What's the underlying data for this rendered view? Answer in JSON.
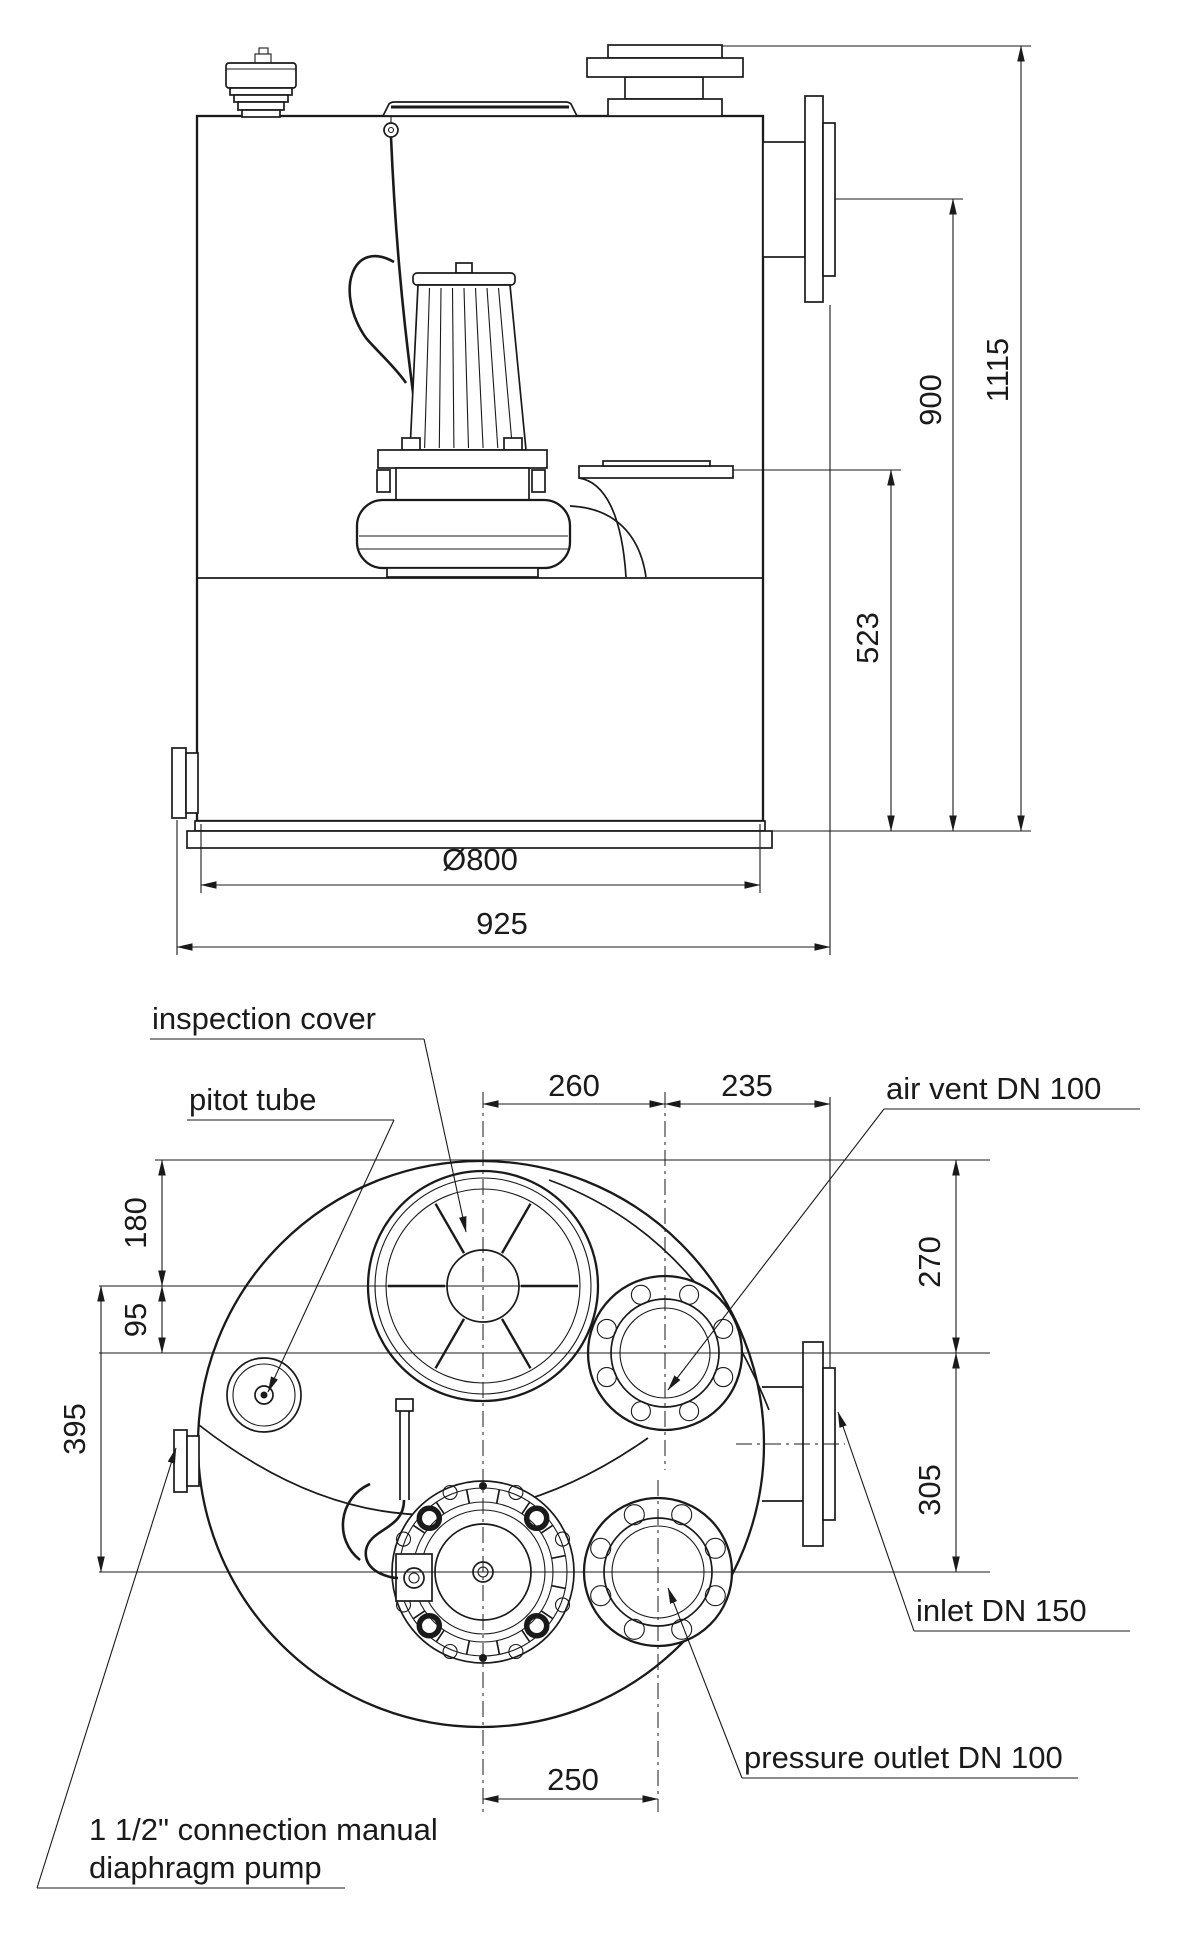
{
  "colors": {
    "line": "#1a1a1a",
    "background": "#ffffff"
  },
  "front_view": {
    "dims": {
      "overall_height": "1115",
      "inlet_height": "900",
      "outlet_connection_height": "523",
      "tank_diameter": "Ø800",
      "overall_width": "925"
    }
  },
  "plan_view": {
    "dims": {
      "cover_to_vent": "260",
      "vent_to_inlet_face": "235",
      "top_to_cover": "180",
      "cover_to_pitot": "95",
      "cover_to_pump": "395",
      "top_to_vent": "270",
      "vent_to_outlet": "305",
      "pump_to_outlet": "250"
    },
    "labels": {
      "inspection_cover": "inspection cover",
      "pitot_tube": "pitot tube",
      "air_vent": "air vent DN 100",
      "inlet": "inlet DN 150",
      "pressure_outlet": "pressure outlet DN 100",
      "diaphragm_line1": "1 1/2\" connection manual",
      "diaphragm_line2": "diaphragm pump"
    }
  }
}
